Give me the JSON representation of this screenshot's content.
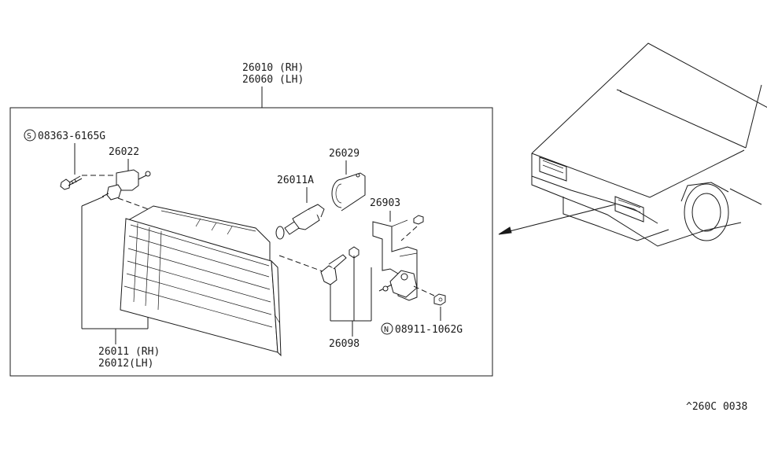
{
  "diagram": {
    "assembly_label_rh": "26010 (RH)",
    "assembly_label_lh": "26060 (LH)",
    "screw_part": "08363-6165G",
    "screw_prefix": "S",
    "bracket_part": "26022",
    "socket_part": "26029",
    "bulb_part": "26011A",
    "retainer_part": "26903",
    "adjuster_part": "26098",
    "nut_part": "08911-1062G",
    "nut_prefix": "N",
    "lens_label_rh": "26011 (RH)",
    "lens_label_lh": "26012(LH)",
    "diagram_code": "^260C 0038"
  }
}
